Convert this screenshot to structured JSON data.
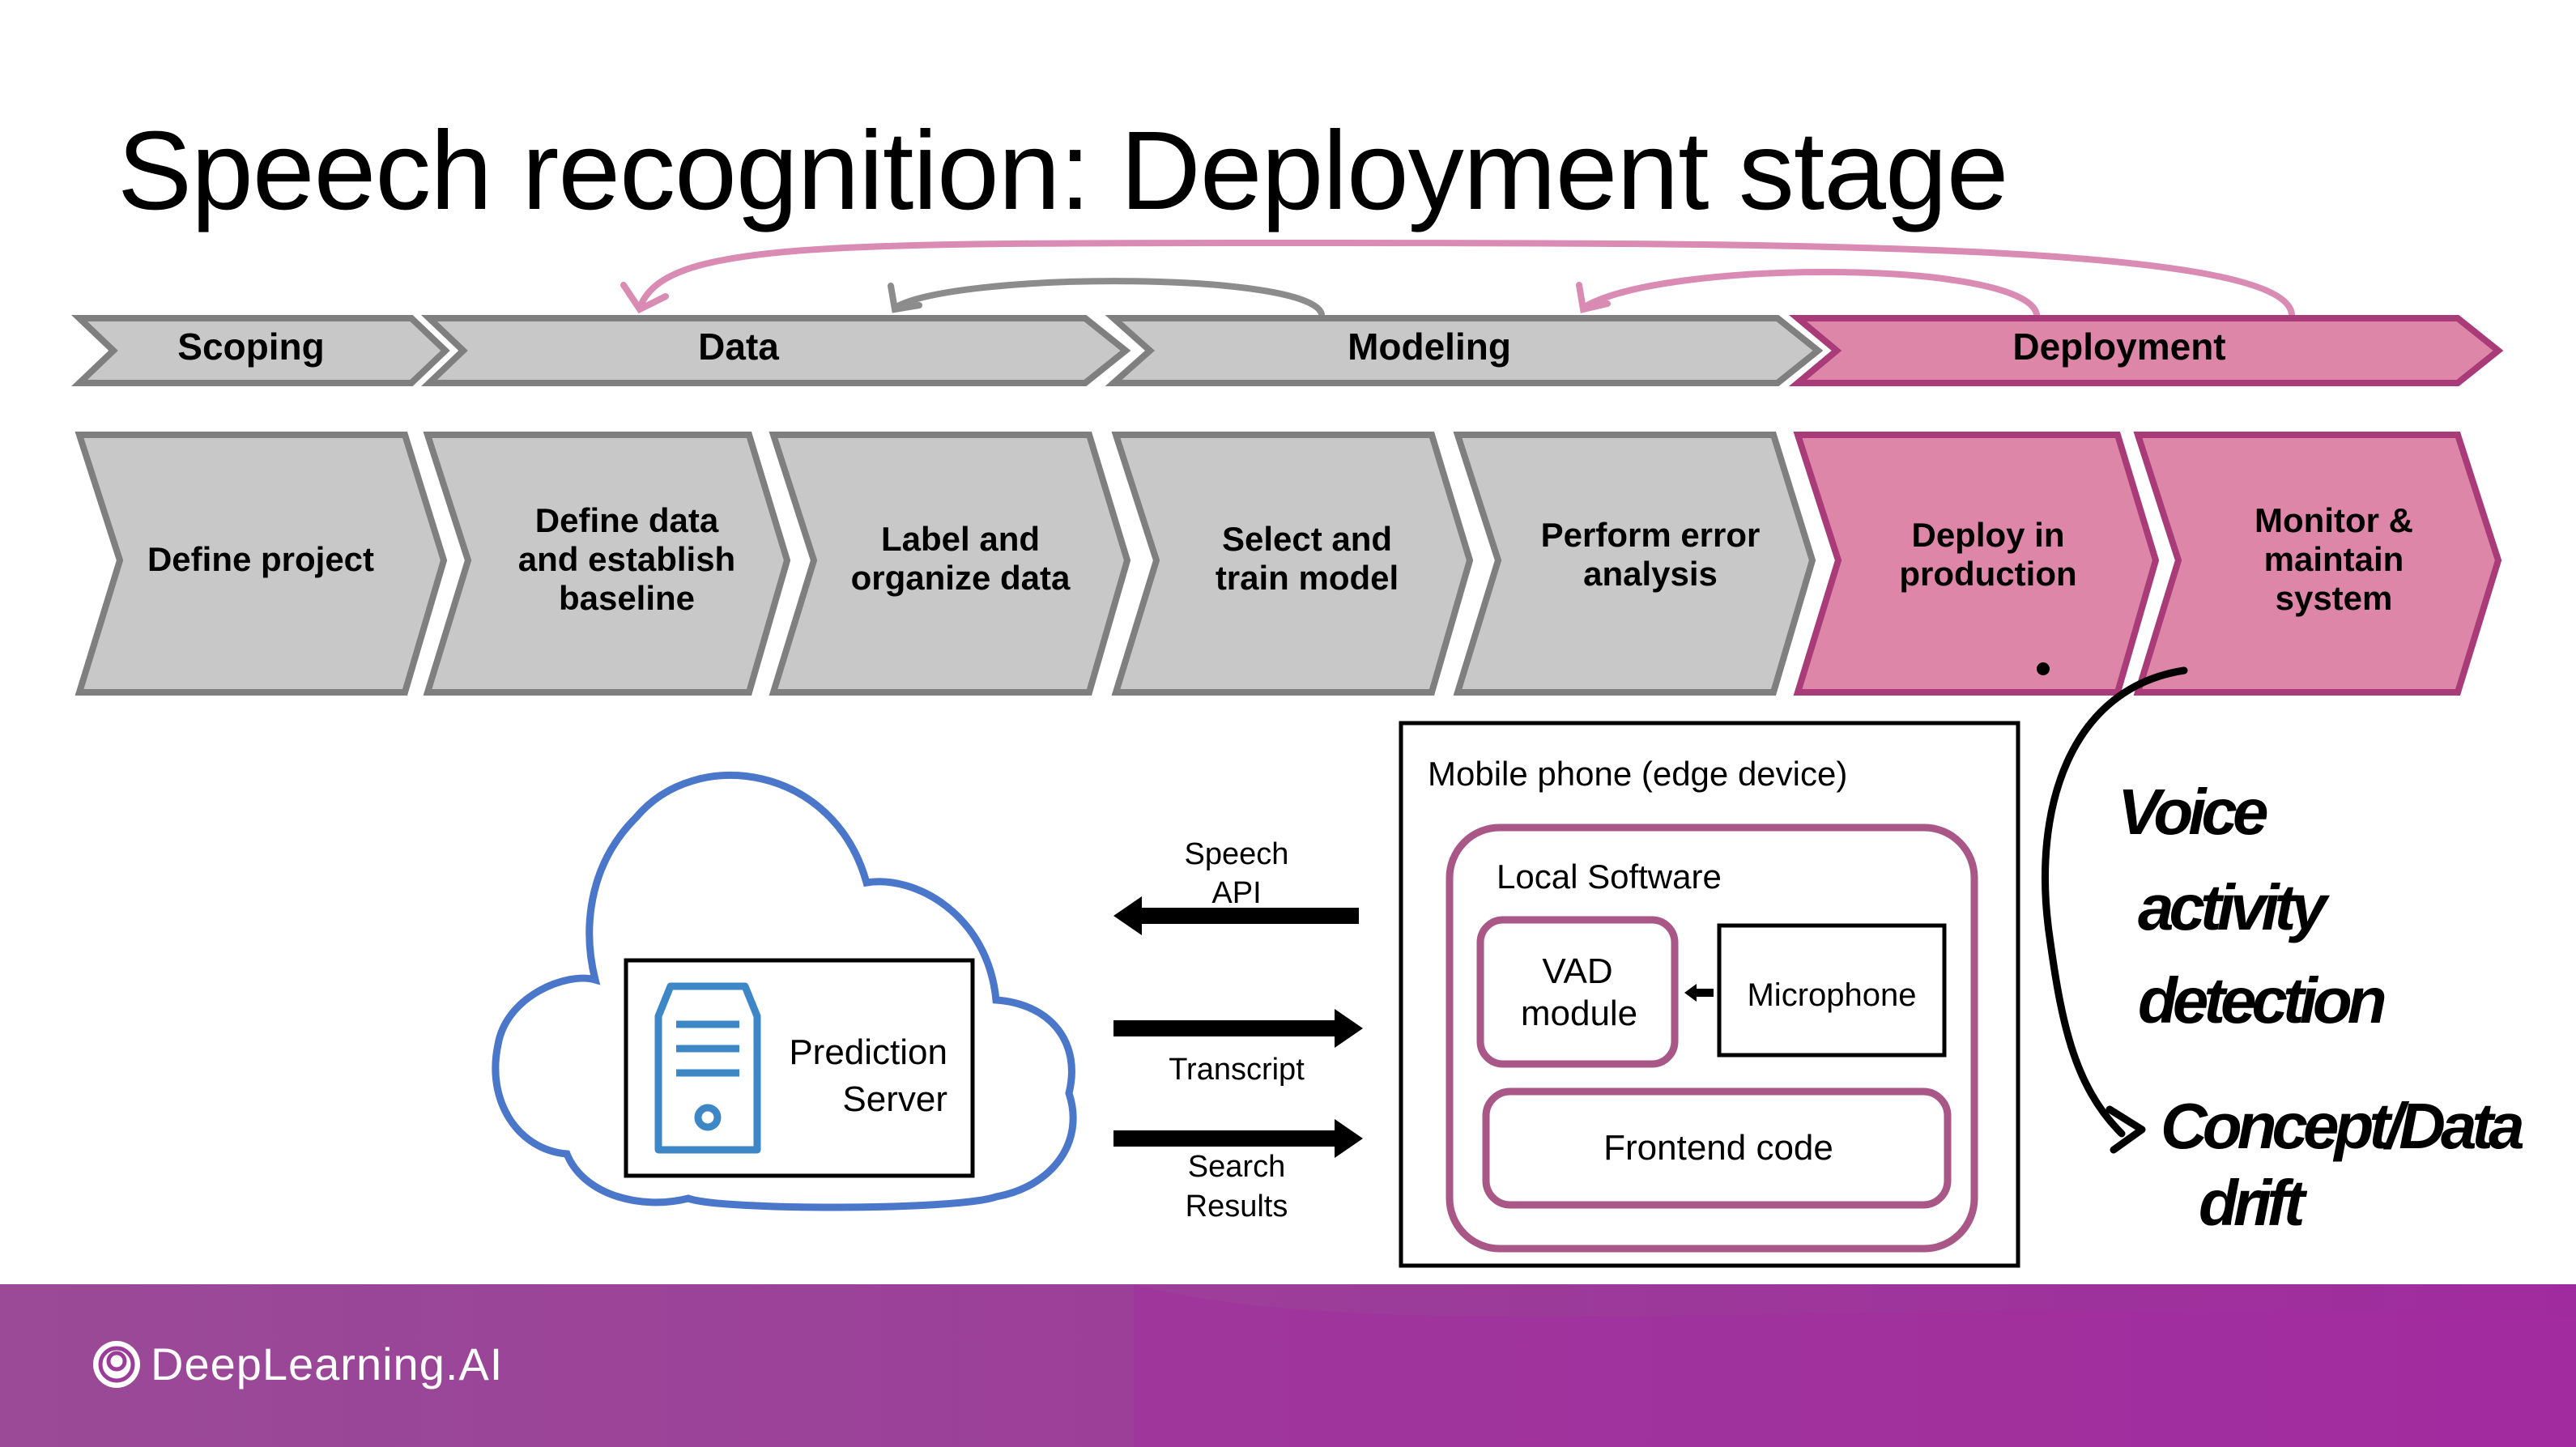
{
  "title": "Speech recognition: Deployment stage",
  "stages": [
    {
      "label": "Scoping",
      "active": false
    },
    {
      "label": "Data",
      "active": false
    },
    {
      "label": "Modeling",
      "active": false
    },
    {
      "label": "Deployment",
      "active": true
    }
  ],
  "steps": [
    {
      "lines": [
        "Define project"
      ],
      "active": false
    },
    {
      "lines": [
        "Define data",
        "and establish",
        "baseline"
      ],
      "active": false
    },
    {
      "lines": [
        "Label and",
        "organize data"
      ],
      "active": false
    },
    {
      "lines": [
        "Select and",
        "train model"
      ],
      "active": false
    },
    {
      "lines": [
        "Perform error",
        "analysis"
      ],
      "active": false
    },
    {
      "lines": [
        "Deploy in",
        "production"
      ],
      "active": true
    },
    {
      "lines": [
        "Monitor &",
        "maintain",
        "system"
      ],
      "active": true
    }
  ],
  "cloud": {
    "server_label_line1": "Prediction",
    "server_label_line2": "Server"
  },
  "arrows": {
    "speech_api_line1": "Speech",
    "speech_api_line2": "API",
    "transcript": "Transcript",
    "search_results_line1": "Search",
    "search_results_line2": "Results"
  },
  "phone": {
    "title": "Mobile phone (edge device)",
    "local_software": "Local Software",
    "vad_line1": "VAD",
    "vad_line2": "module",
    "microphone": "Microphone",
    "frontend": "Frontend code"
  },
  "handwriting": {
    "line1": "Voice",
    "line2": "activity",
    "line3": "detection",
    "line4": "Concept/Data",
    "line5": "drift"
  },
  "brand": {
    "name": "DeepLearning.AI"
  },
  "colors": {
    "gray_fill": "#c8c8c8",
    "gray_stroke": "#7f7f7f",
    "pink_fill": "#dd86a8",
    "pink_stroke": "#a83b78",
    "feedback_pink": "#d98bb3",
    "feedback_gray": "#8c8c8c",
    "cloud_blue": "#4a77c9",
    "server_blue": "#3d87c7",
    "phone_purple": "#a85787",
    "footer_purple": "#9c3c9a"
  }
}
